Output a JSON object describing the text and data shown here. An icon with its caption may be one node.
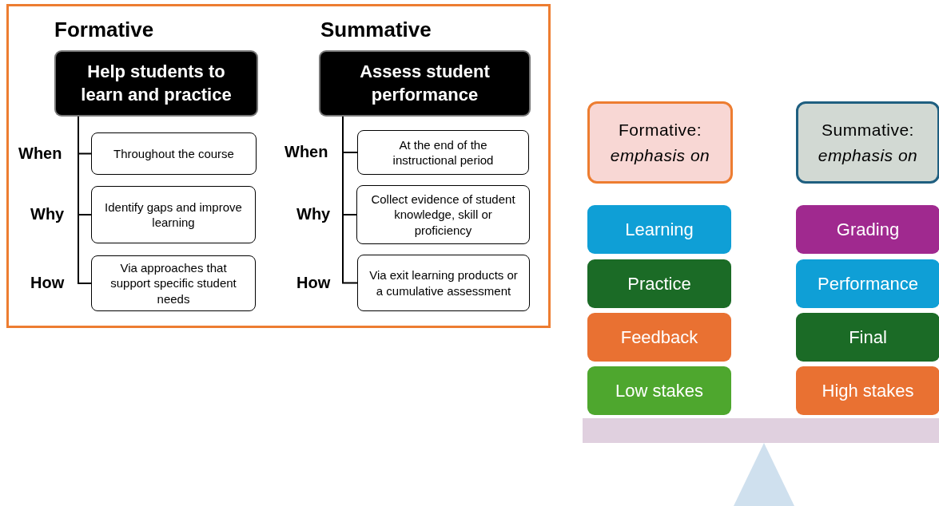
{
  "diagram": {
    "nodes": [
      {
        "text": [],
        "shape": "box"
      },
      {
        "text": [
          "Help students to learn and practice"
        ],
        "beside": [
          "Formative"
        ],
        "in": 0
      },
      {
        "text": [
          "Throughout the course"
        ],
        "beside": [
          "When"
        ],
        "in": 0
      },
      {
        "text": [
          "Identify gaps and improve learning"
        ],
        "beside": [
          "Why"
        ],
        "in": 0
      },
      {
        "text": [
          "Via approaches that support specific student needs"
        ],
        "beside": [
          "How"
        ],
        "in": 0
      },
      {
        "text": [
          "Assess student performance"
        ],
        "beside": [
          "Summative"
        ],
        "in": 0
      },
      {
        "text": [
          "At the end of the instructional period"
        ],
        "beside": [
          "When"
        ],
        "in": 0
      },
      {
        "text": [
          "Collect evidence of student knowledge, skill or proficiency"
        ],
        "beside": [
          "Why"
        ],
        "in": 0
      },
      {
        "text": [
          "Via exit learning products or a cumulative assessment"
        ],
        "beside": [
          "How"
        ],
        "in": 0
      },
      {
        "text": [
          "Formative: *emphasis on*"
        ]
      },
      {
        "text": [
          "Learning"
        ]
      },
      {
        "text": [
          "Practice"
        ]
      },
      {
        "text": [
          "Feedback"
        ]
      },
      {
        "text": [
          "Low stakes"
        ]
      },
      {
        "text": [
          "Summative: *emphasis on*"
        ]
      },
      {
        "text": [
          "Grading"
        ]
      },
      {
        "text": [
          "Performance"
        ]
      },
      {
        "text": [
          "Final"
        ]
      },
      {
        "text": [
          "High stakes"
        ]
      }
    ],
    "edges": [
      {
        "from": 1,
        "to": 2,
        "arrow": "none"
      },
      {
        "from": 1,
        "to": 3,
        "arrow": "none"
      },
      {
        "from": 1,
        "to": 4,
        "arrow": "none"
      },
      {
        "from": 5,
        "to": 6,
        "arrow": "none"
      },
      {
        "from": 5,
        "to": 7,
        "arrow": "none"
      },
      {
        "from": 5,
        "to": 8,
        "arrow": "none"
      }
    ]
  }
}
